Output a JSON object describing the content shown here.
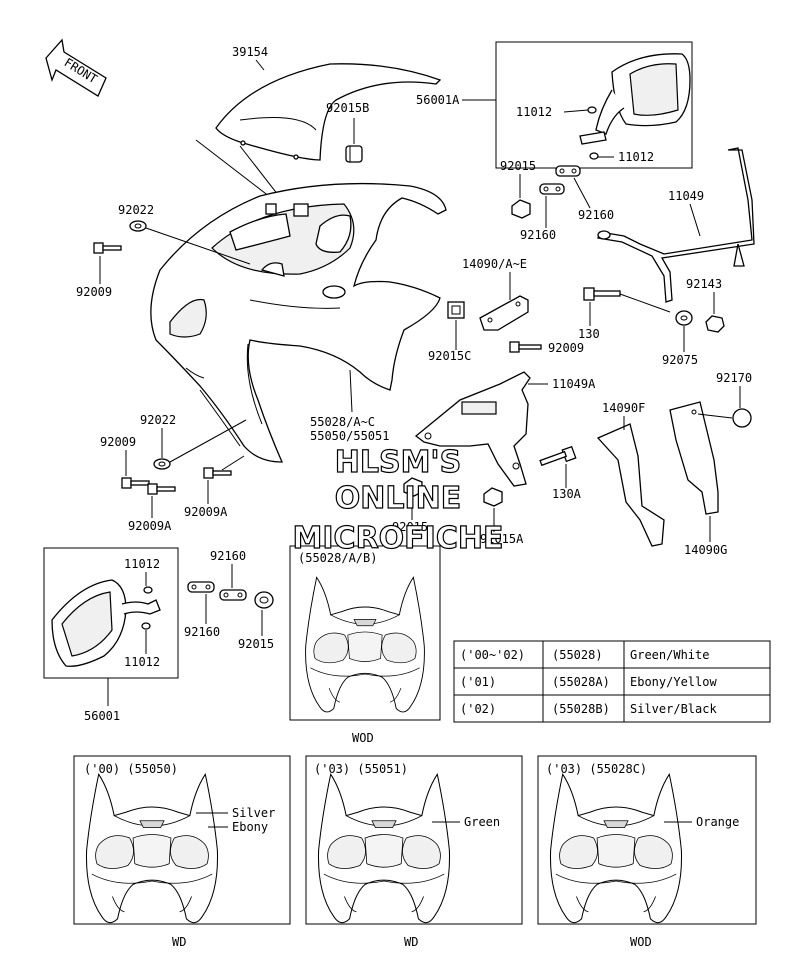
{
  "watermark": {
    "line1": "HLSM'S",
    "line2": "ONLINE",
    "line3": "MICROFICHE"
  },
  "front_arrow": {
    "label": "FRONT"
  },
  "parts": {
    "p39154": "39154",
    "p92015B": "92015B",
    "p56001A": "56001A",
    "p11012_a": "11012",
    "p11012_b": "11012",
    "p92015_top": "92015",
    "p92160_top1": "92160",
    "p92160_top2": "92160",
    "p11049": "11049",
    "p92022_top": "92022",
    "p92009_top": "92009",
    "p14090AE": "14090/A~E",
    "p92015C": "92015C",
    "p92009_mid": "92009",
    "p130": "130",
    "p92143": "92143",
    "p92075": "92075",
    "p11049A": "11049A",
    "p92170": "92170",
    "p14090F": "14090F",
    "p55028AC": "55028/A~C",
    "p55050_55051": "55050/55051",
    "p92022_mid": "92022",
    "p92009_mid2": "92009",
    "p92009A_1": "92009A",
    "p92009A_2": "92009A",
    "p130A": "130A",
    "p92015_mid": "92015",
    "p92015A": "92015A",
    "p14090G": "14090G",
    "p11012_c": "11012",
    "p11012_d": "11012",
    "p56001": "56001",
    "p92160_bot1": "92160",
    "p92160_bot2": "92160",
    "p92015_bot": "92015"
  },
  "inset_center": {
    "title": "(55028/A/B)",
    "caption": "WOD"
  },
  "color_table": {
    "rows": [
      [
        "('00~'02)",
        "(55028)",
        "Green/White"
      ],
      [
        "('01)",
        "(55028A)",
        "Ebony/Yellow"
      ],
      [
        "('02)",
        "(55028B)",
        "Silver/Black"
      ]
    ]
  },
  "bottom_panels": [
    {
      "title": "('00) (55050)",
      "callouts": [
        "Silver",
        "Ebony"
      ],
      "caption": "WD"
    },
    {
      "title": "('03) (55051)",
      "callouts": [
        "Green"
      ],
      "caption": "WD"
    },
    {
      "title": "('03) (55028C)",
      "callouts": [
        "Orange"
      ],
      "caption": "WOD"
    }
  ]
}
